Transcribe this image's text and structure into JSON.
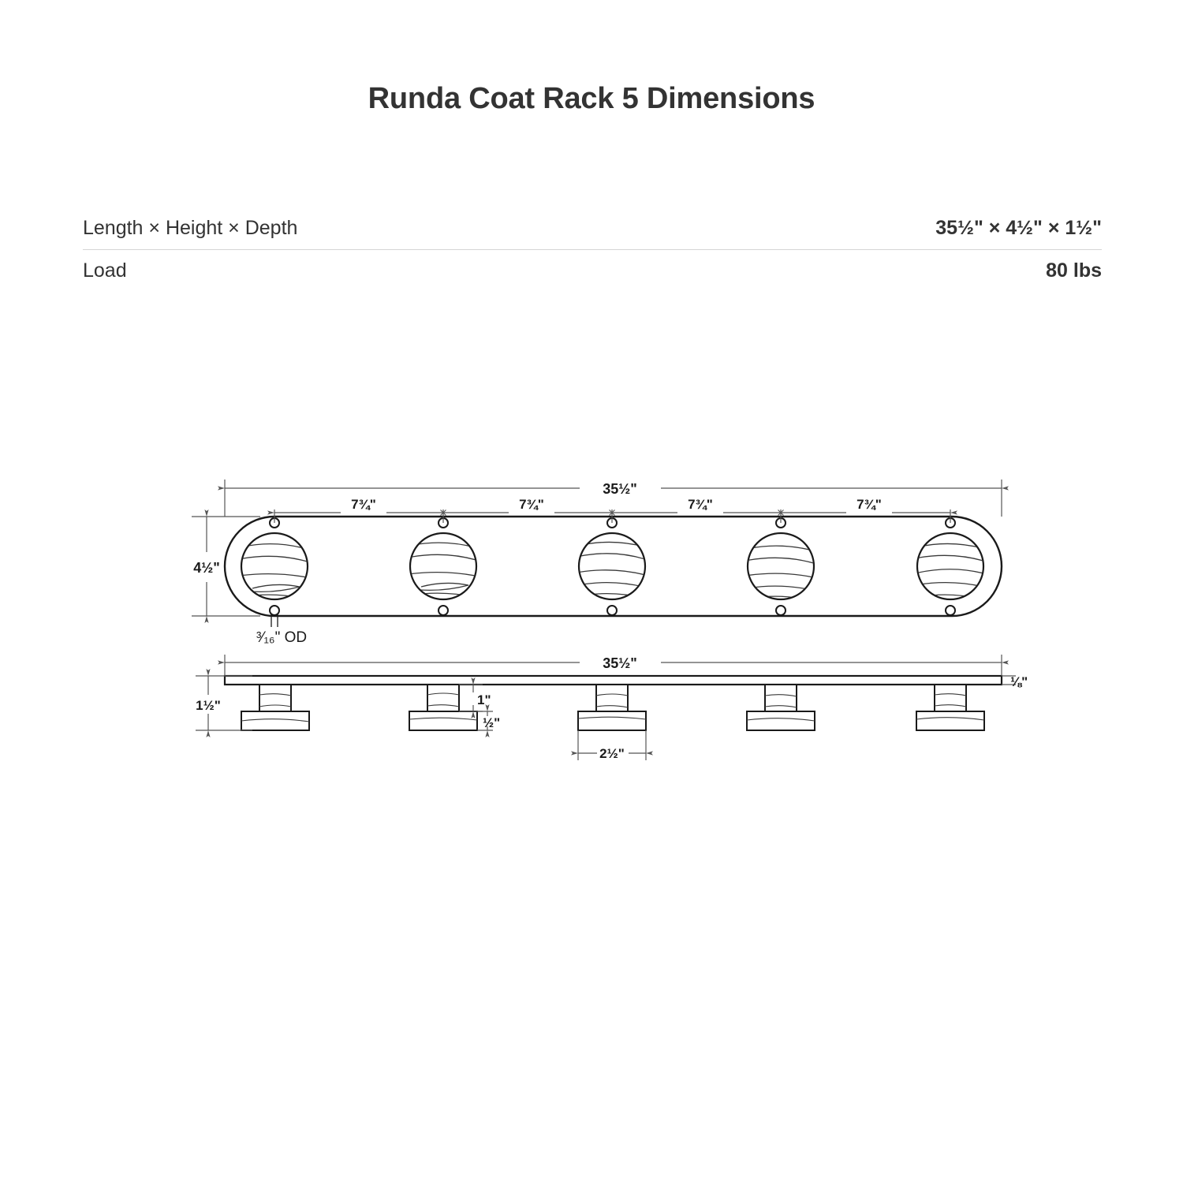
{
  "header": {
    "title": "Runda Coat Rack 5 Dimensions"
  },
  "spec_table": {
    "rows": [
      {
        "label": "Length × Height × Depth",
        "value": "35½\" × 4½\" × 1½\""
      },
      {
        "label": "Load",
        "value": "80 lbs"
      }
    ]
  },
  "drawing": {
    "front_view": {
      "overall_length": "35½\"",
      "overall_height": "4½\"",
      "hole_callout": "³⁄₁₆\" OD",
      "peg_spacings": [
        "7¾\"",
        "7¾\"",
        "7¾\"",
        "7¾\""
      ],
      "peg_count": 5
    },
    "side_view": {
      "overall_length": "35½\"",
      "total_depth": "1½\"",
      "peg_projection": "1\"",
      "base_thickness": "½\"",
      "plate_thickness": "⅛\"",
      "base_diameter": "2½\""
    }
  },
  "colors": {
    "ink": "#1a1a1a",
    "dimension_line": "#555555",
    "text": "#333333",
    "divider": "#d6d6d6",
    "background": "#ffffff"
  }
}
